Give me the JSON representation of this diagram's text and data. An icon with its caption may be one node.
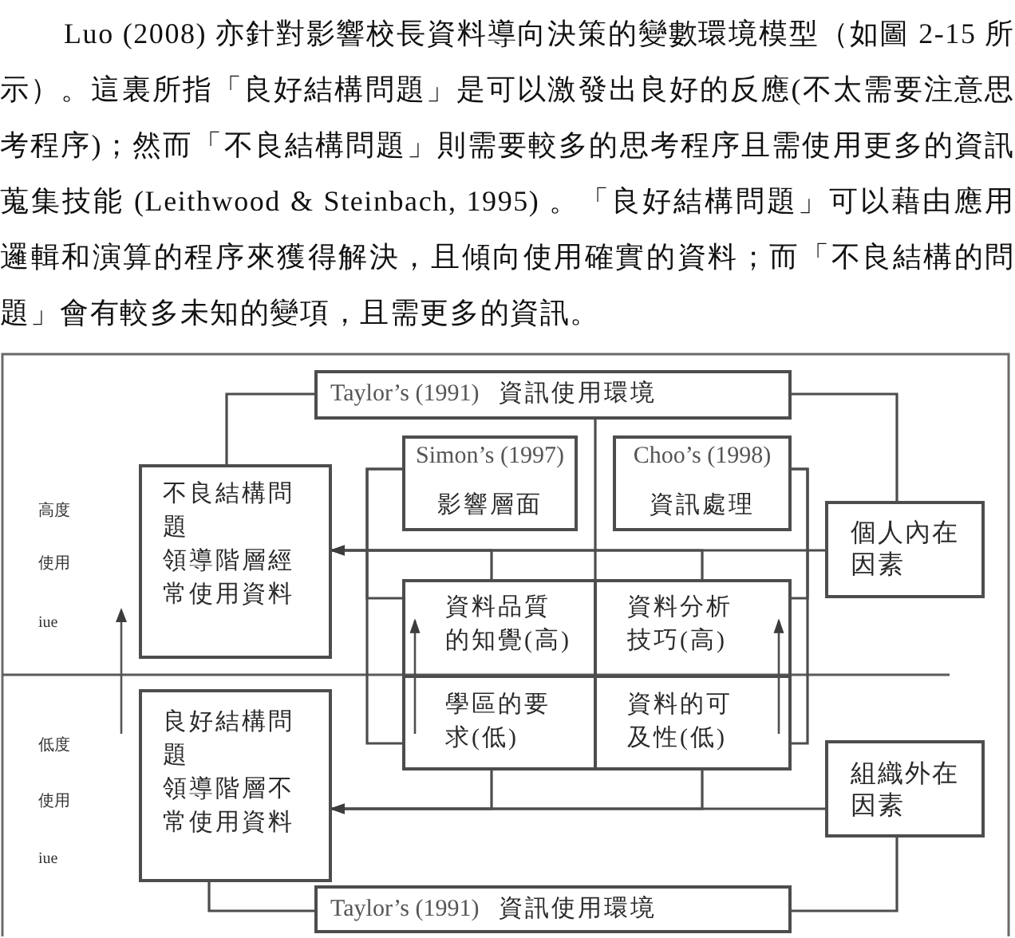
{
  "diagram": {
    "nodes": [
      {
        "text": [
          "Taylor’s (1991)",
          "資訊使用環境"
        ]
      },
      {
        "text": [
          "不良結構問題",
          "領導階層經常使用資料"
        ]
      },
      {
        "text": [
          "Simon’s (1997)",
          "影響層面"
        ]
      },
      {
        "text": [
          "Choo’s (1998)",
          "資訊處理"
        ]
      },
      {
        "text": [
          "個人內在因素"
        ]
      },
      {
        "text": [],
        "shape": "box"
      },
      {
        "text": [
          "資料品質的知覺(高)"
        ],
        "in": 5
      },
      {
        "text": [
          "資料分析技巧(高)"
        ],
        "in": 5
      },
      {
        "text": [
          "學區的要求(低)"
        ],
        "in": 5
      },
      {
        "text": [
          "資料的可及性(低)"
        ],
        "in": 5
      },
      {
        "text": [
          "良好結構問題",
          "領導階層不常使用資料"
        ]
      },
      {
        "text": [
          "組織外在因素"
        ]
      },
      {
        "text": [
          "Taylor’s (1991)",
          "資訊使用環境"
        ]
      }
    ],
    "edges": [
      {
        "from": 0,
        "to": 1,
        "arrow": "none"
      },
      {
        "from": 0,
        "to": 4,
        "arrow": "none"
      },
      {
        "from": 0,
        "to": 5,
        "arrow": "none"
      },
      {
        "from": 4,
        "to": 1,
        "arrow": "to"
      },
      {
        "from": 6,
        "to": 1,
        "arrow": "to"
      },
      {
        "from": 7,
        "to": 1,
        "arrow": "to"
      },
      {
        "from": 2,
        "to": 6,
        "arrow": "none"
      },
      {
        "from": 2,
        "to": 8,
        "arrow": "none"
      },
      {
        "from": 3,
        "to": 7,
        "arrow": "none"
      },
      {
        "from": 3,
        "to": 9,
        "arrow": "none"
      },
      {
        "from": 8,
        "to": 6,
        "arrow": "to"
      },
      {
        "from": 9,
        "to": 7,
        "arrow": "to"
      },
      {
        "from": 11,
        "to": 10,
        "arrow": "to"
      },
      {
        "from": 8,
        "to": 10,
        "arrow": "to"
      },
      {
        "from": 9,
        "to": 10,
        "arrow": "to"
      },
      {
        "from": 12,
        "to": 10,
        "arrow": "none"
      },
      {
        "from": 12,
        "to": 11,
        "arrow": "none"
      }
    ],
    "labels": [
      "Luo (2008) 亦針對影響校長資料導向決策的變數環境模型（如圖 2-15 所示）。這裏所指「良好結構問題」是可以激發出良好的反應(不太需要注意思考程序)；然而「不良結構問題」則需要較多的思考程序且需使用更多的資訊蒐集技能 (Leithwood & Steinbach, 1995) 。「良好結構問題」可以藉由應用邏輯和演算的程序來獲得解決，且傾向使用確實的資料；而「不良結構的問題」會有較多未知的變項，且需更多的資訊。",
      "高度",
      "使用",
      "iue",
      "低度",
      "使用",
      "iue"
    ]
  }
}
